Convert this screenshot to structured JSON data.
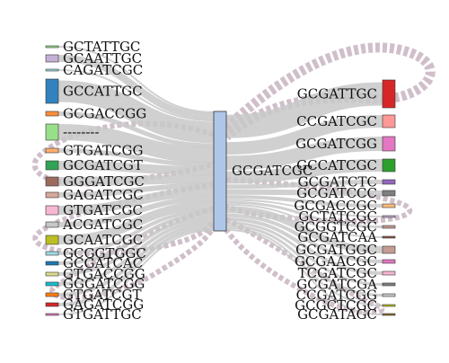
{
  "diagram": {
    "type": "sankey",
    "center": {
      "label": "GCGATCGC",
      "color": "#aec7e8"
    },
    "left_nodes": [
      {
        "label": "GCTATTGC",
        "color": "#98df8a"
      },
      {
        "label": "GCAATTGC",
        "color": "#c5b0d5"
      },
      {
        "label": "CAGATCGC",
        "color": "#9edae5"
      },
      {
        "label": "GCCATTGC",
        "color": "#3182bd"
      },
      {
        "label": "GCGACCGG",
        "color": "#fd8d3c"
      },
      {
        "label": "--------",
        "color": "#98df8a"
      },
      {
        "label": "GTGATCGG",
        "color": "#fdae6b"
      },
      {
        "label": "GCGATCGT",
        "color": "#31a354"
      },
      {
        "label": "GGGATCGC",
        "color": "#9c6b5e"
      },
      {
        "label": "GAGATCGC",
        "color": "#d6a99a"
      },
      {
        "label": "GTGATCGC",
        "color": "#f7b6d2"
      },
      {
        "label": "ACGATCGC",
        "color": "#c7c7c7"
      },
      {
        "label": "GCAATCGC",
        "color": "#bcbd22"
      },
      {
        "label": "GCGGTGGC",
        "color": "#9edae5"
      },
      {
        "label": "GCGATCAC",
        "color": "#1f77b4"
      },
      {
        "label": "GTGACCGG",
        "color": "#dbdb8d"
      },
      {
        "label": "GGGATCGG",
        "color": "#17becf"
      },
      {
        "label": "GTGATCGT",
        "color": "#ff7f0e"
      },
      {
        "label": "GAGATCGG",
        "color": "#d62728"
      },
      {
        "label": "GTGATTGC",
        "color": "#e377c2"
      }
    ],
    "right_nodes": [
      {
        "label": "GCGATTGC",
        "color": "#d62728"
      },
      {
        "label": "CCGATCGC",
        "color": "#ff9896"
      },
      {
        "label": "GCGATCGG",
        "color": "#e377c2"
      },
      {
        "label": "GCCATCGC",
        "color": "#2ca02c"
      },
      {
        "label": "GCGATCTC",
        "color": "#9467bd"
      },
      {
        "label": "GCGATCCC",
        "color": "#7f7f7f"
      },
      {
        "label": "GCGACCGC",
        "color": "#ffbb78"
      },
      {
        "label": "GCTATCGC",
        "color": "#c5b0d5"
      },
      {
        "label": "GCGGTCGC",
        "color": "#c49c94"
      },
      {
        "label": "GCGATCAA",
        "color": "#8c564b"
      },
      {
        "label": "GCGATGGC",
        "color": "#c49c94"
      },
      {
        "label": "GCGAACGC",
        "color": "#e377c2"
      },
      {
        "label": "TCGATCGC",
        "color": "#f7b6d2"
      },
      {
        "label": "GCGATCGA",
        "color": "#7f7f7f"
      },
      {
        "label": "CCGATCGG",
        "color": "#c7c7c7"
      },
      {
        "label": "GCGCTCGC",
        "color": "#bcbd22"
      },
      {
        "label": "GCGATAGC",
        "color": "#8c6d31"
      }
    ],
    "flow_color": "#c8c8c8",
    "loop_color": "#cbb8c4"
  }
}
